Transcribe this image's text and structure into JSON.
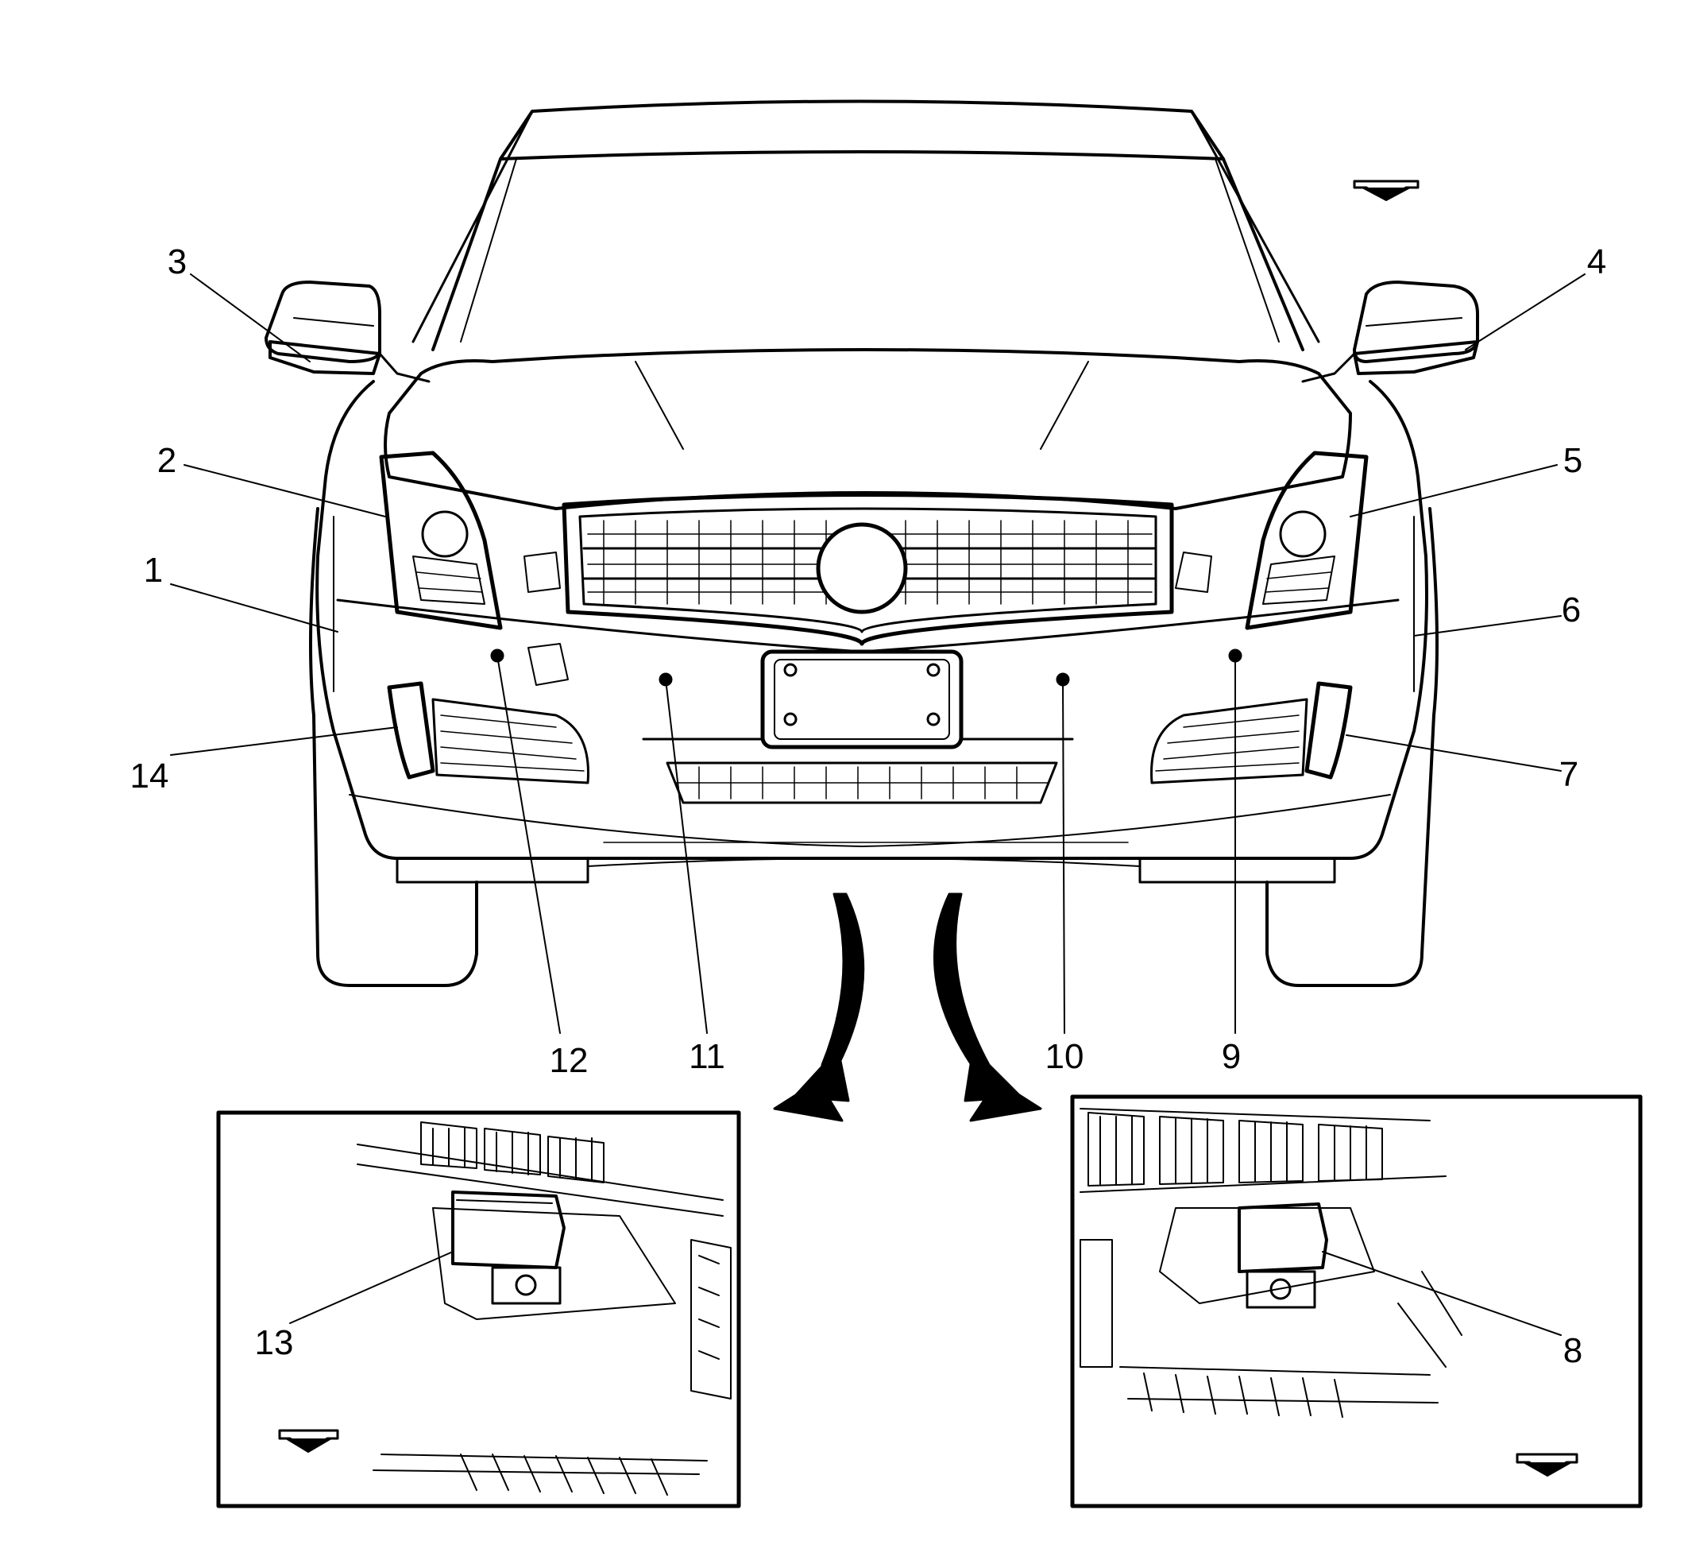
{
  "callouts": {
    "c1": "1",
    "c2": "2",
    "c3": "3",
    "c4": "4",
    "c5": "5",
    "c6": "6",
    "c7": "7",
    "c8": "8",
    "c9": "9",
    "c10": "10",
    "c11": "11",
    "c12": "12",
    "c13": "13",
    "c14": "14"
  },
  "colors": {
    "ink": "#000000",
    "paper": "#ffffff"
  },
  "icons": [
    "direction-arrow-icon",
    "inset-arrow-left-icon",
    "inset-arrow-right-icon",
    "front-view-arrow-icon"
  ]
}
